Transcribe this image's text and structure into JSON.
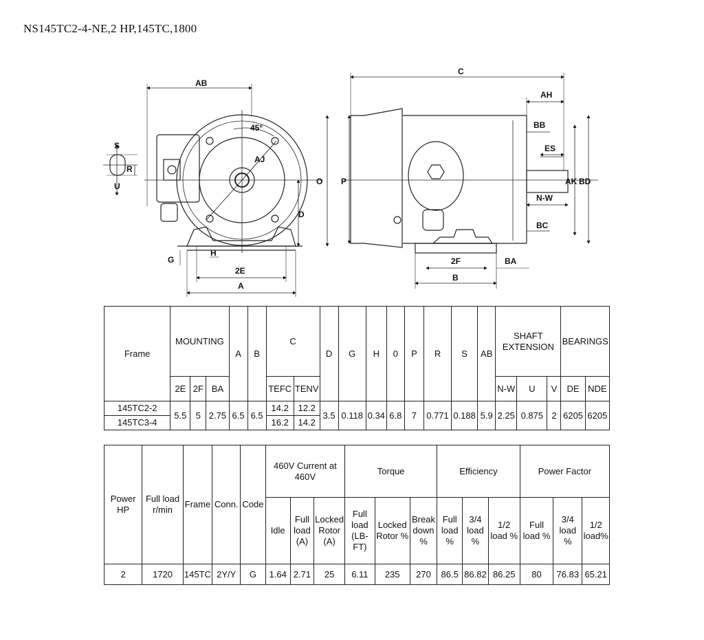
{
  "title": "NS145TC2-4-NE,2 HP,145TC,1800",
  "drawing_labels": {
    "front": [
      "AB",
      "S",
      "R",
      "U",
      "45°",
      "AJ",
      "O",
      "D",
      "G",
      "H",
      "2E",
      "A"
    ],
    "side": [
      "C",
      "AH",
      "BB",
      "ES",
      "P",
      "AK",
      "BD",
      "N-W",
      "BC",
      "2F",
      "BA",
      "B"
    ]
  },
  "dimension_table": {
    "top_headers": [
      "Frame",
      "MOUNTING",
      "A",
      "B",
      "C",
      "D",
      "G",
      "H",
      "0",
      "P",
      "R",
      "S",
      "AB",
      "SHAFT EXTENSION",
      "BEARINGS"
    ],
    "sub_headers": [
      "2E",
      "2F",
      "BA",
      "TEFC",
      "TENV",
      "N-W",
      "U",
      "V",
      "DE",
      "NDE"
    ],
    "frames": [
      "145TC2-2",
      "145TC3-4"
    ],
    "c_tefc": [
      "14.2",
      "16.2"
    ],
    "c_tenv": [
      "12.2",
      "14.2"
    ],
    "values": {
      "2E": "5.5",
      "2F": "5",
      "BA": "2.75",
      "A": "6.5",
      "B": "6.5",
      "D": "3.5",
      "G": "0.118",
      "H": "0.34",
      "0": "6.8",
      "P": "7",
      "R": "0.771",
      "S": "0.188",
      "AB": "5.9",
      "N-W": "2.25",
      "U": "0.875",
      "V": "2",
      "DE": "6205",
      "NDE": "6205"
    }
  },
  "performance_table": {
    "headers": {
      "power": "Power HP",
      "rpm": "Full load r/min",
      "frame": "Frame",
      "conn": "Conn.",
      "code": "Code",
      "current": "460V Current at 460V",
      "torque": "Torque",
      "efficiency": "Efficiency",
      "pf": "Power Factor"
    },
    "sub_headers": {
      "idle": "Idle",
      "full_a": "Full load (A)",
      "locked_a": "Locked Rotor (A)",
      "full_lbft": "Full load (LB-FT)",
      "locked_pct": "Locked Rotor %",
      "breakdown": "Break down %",
      "eff_full": "Full load %",
      "eff_34": "3/4 load %",
      "eff_12": "1/2 load %",
      "pf_full": "Full load %",
      "pf_34": "3/4 load %",
      "pf_12": "1/2 load%"
    },
    "row": {
      "power": "2",
      "rpm": "1720",
      "frame": "145TC",
      "conn": "2Y/Y",
      "code": "G",
      "idle": "1.64",
      "full_a": "2.71",
      "locked_a": "25",
      "full_lbft": "6.11",
      "locked_pct": "235",
      "breakdown": "270",
      "eff_full": "86.5",
      "eff_34": "86.82",
      "eff_12": "86.25",
      "pf_full": "80",
      "pf_34": "76.83",
      "pf_12": "65.21"
    }
  }
}
